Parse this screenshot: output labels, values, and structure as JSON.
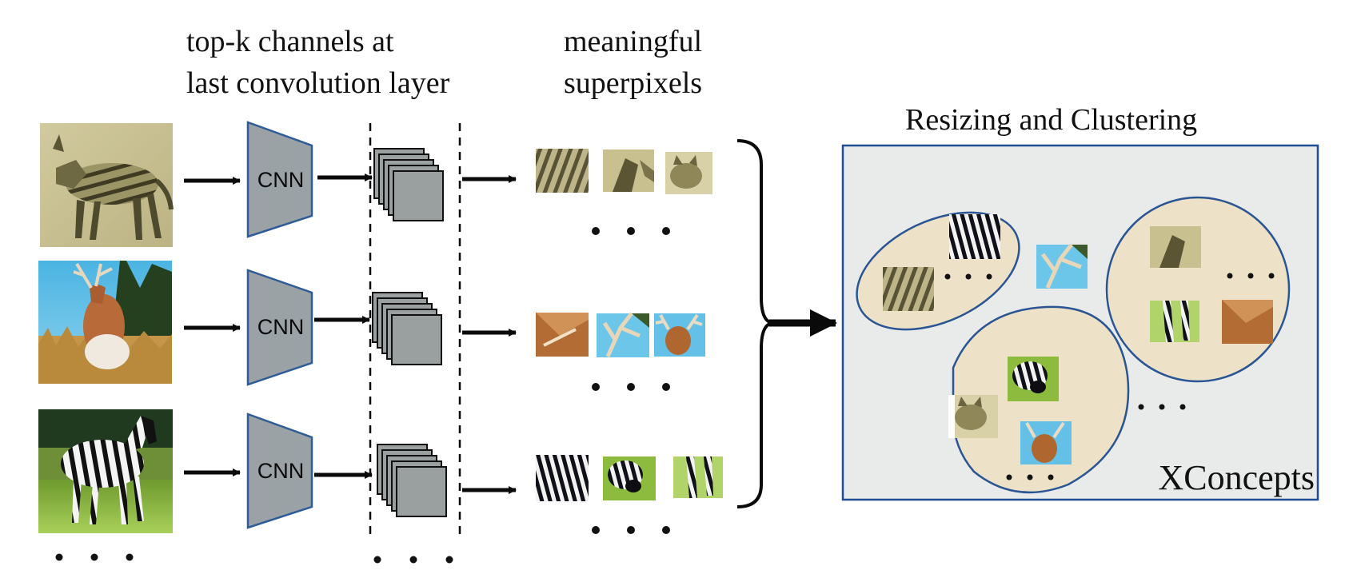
{
  "labels": {
    "channels_line1": "top-k channels at",
    "channels_line2": "last convolution layer",
    "superpixels_line1": "meaningful",
    "superpixels_line2": "superpixels",
    "clustering": "Resizing and Clustering",
    "xconcepts": "XConcepts"
  },
  "rows": [
    {
      "image": "thylacine-photo",
      "cnn_label": "CNN",
      "patches": [
        "thylacine-stripes-patch",
        "thylacine-leg-patch",
        "thylacine-head-patch"
      ]
    },
    {
      "image": "deer-photo",
      "cnn_label": "CNN",
      "patches": [
        "deer-fur-patch",
        "deer-antler-patch",
        "deer-head-patch"
      ]
    },
    {
      "image": "zebra-photo",
      "cnn_label": "CNN",
      "patches": [
        "zebra-stripes-patch",
        "zebra-head-patch",
        "zebra-leg-patch"
      ]
    }
  ],
  "clusters": {
    "left": [
      "zebra-stripes-patch",
      "thylacine-stripes-patch"
    ],
    "loose": [
      "deer-antler-patch"
    ],
    "right": [
      "thylacine-leg-patch",
      "zebra-leg-patch",
      "deer-fur-patch"
    ],
    "bottom": [
      "zebra-head-patch",
      "thylacine-head-patch",
      "deer-head-patch"
    ]
  },
  "colors": {
    "cnn_fill": "#9aa2a6",
    "cnn_stroke": "#2e5c99",
    "feature_map_fill": "#9aa09f",
    "panel_fill": "#e9eaea",
    "panel_stroke": "#1f4e96",
    "cluster_fill": "#ede2c8",
    "cluster_stroke": "#2a5594",
    "arrow": "#0a0a0a"
  },
  "ellipsis": "• • •"
}
